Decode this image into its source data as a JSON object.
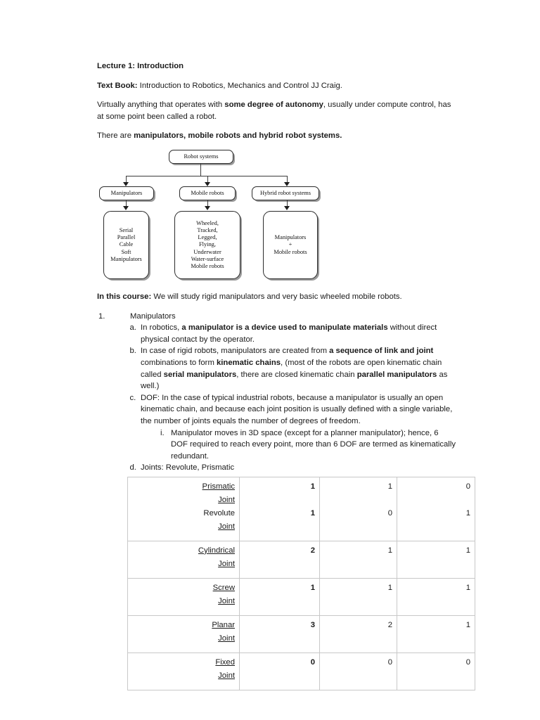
{
  "document": {
    "title": "Lecture 1: Introduction",
    "textbook_label": "Text Book:",
    "textbook_value": " Introduction to Robotics, Mechanics and Control JJ Craig.",
    "para_autonomy_1": "Virtually anything that operates with ",
    "para_autonomy_bold": "some degree of autonomy",
    "para_autonomy_2": ", usually under compute control, has at some point been called a robot.",
    "para_types_1": "There are ",
    "para_types_bold": "manipulators, mobile robots and hybrid robot systems.",
    "in_this_course_label": "In this course:",
    "in_this_course_value": " We will study rigid manipulators and very basic wheeled mobile robots."
  },
  "diagram": {
    "root": "Robot systems",
    "branch_manipulators": "Manipulators",
    "branch_mobile": "Mobile robots",
    "branch_hybrid": "Hybrid robot systems",
    "leaf_manipulators": "Serial\nParallel\nCable\nSoft\nManipulators",
    "leaf_mobile": "Wheeled,\nTracked,\nLegged,\nFlying,\nUnderwater\nWater-surface\nMobile robots",
    "leaf_hybrid": "Manipulators\n+\nMobile robots"
  },
  "outline": {
    "item1_marker": "1.",
    "item1_text": "Manipulators",
    "a_marker": "a.",
    "a_t1": "In robotics, ",
    "a_bold": "a manipulator is a device used to manipulate materials",
    "a_t2": " without direct physical contact by the operator.",
    "b_marker": "b.",
    "b_t1": "In case of rigid robots, manipulators are created from ",
    "b_bold1": "a sequence of link and joint",
    "b_t2": " combinations to form ",
    "b_bold2": "kinematic chains",
    "b_t3": ", (most of the robots are open kinematic chain called ",
    "b_bold3": "serial manipulators",
    "b_t4": ", there are closed kinematic chain ",
    "b_bold4": "parallel manipulators",
    "b_t5": " as well.)",
    "c_marker": "c.",
    "c_text": "DOF: In the case of typical industrial robots, because a manipulator is usually an open kinematic chain, and because each joint position is usually defined with a single variable, the number of joints equals the number of degrees of freedom.",
    "i_marker": "i.",
    "i_text": "Manipulator moves in 3D space (except for a planner manipulator); hence, 6 DOF required to reach every point, more than 6 DOF are termed as kinematically redundant.",
    "d_marker": "d.",
    "d_text": "Joints: Revolute, Prismatic"
  },
  "joint_table": {
    "rows": [
      {
        "name_line1": "Prismatic",
        "name_line2": "Joint",
        "underline1": true,
        "n1": "1",
        "n2": "1",
        "n3": "0"
      },
      {
        "name_line1": "Revolute",
        "name_line2": "Joint",
        "underline1": false,
        "n1": "1",
        "n2": "0",
        "n3": "1"
      },
      {
        "name_line1": "Cylindrical",
        "name_line2": "Joint",
        "underline1": true,
        "n1": "2",
        "n2": "1",
        "n3": "1"
      },
      {
        "name_line1": "Screw",
        "name_line2": "Joint",
        "underline1": true,
        "n1": "1",
        "n2": "1",
        "n3": "1"
      },
      {
        "name_line1": "Planar",
        "name_line2": "Joint",
        "underline1": true,
        "n1": "3",
        "n2": "2",
        "n3": "1"
      },
      {
        "name_line1": "Fixed",
        "name_line2": "Joint",
        "underline1": true,
        "n1": "0",
        "n2": "0",
        "n3": "0"
      }
    ]
  }
}
